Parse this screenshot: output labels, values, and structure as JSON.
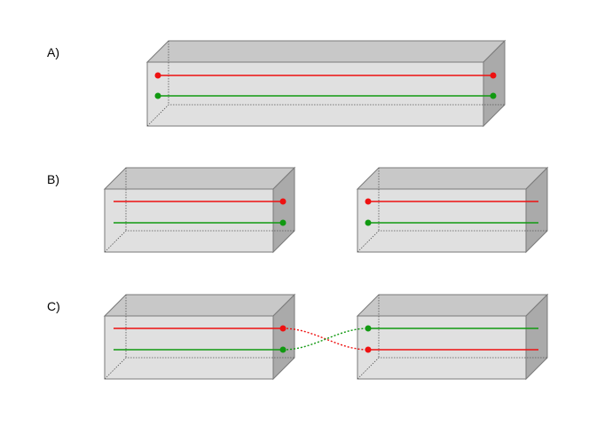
{
  "panels": [
    {
      "label": "A)"
    },
    {
      "label": "B)"
    },
    {
      "label": "C)"
    }
  ],
  "colors": {
    "red": "#ee1111",
    "green": "#119911",
    "box_front": "#e0e0e0",
    "box_top": "#c8c8c8",
    "box_side": "#aaaaaa",
    "edge": "#7a7a7a"
  }
}
